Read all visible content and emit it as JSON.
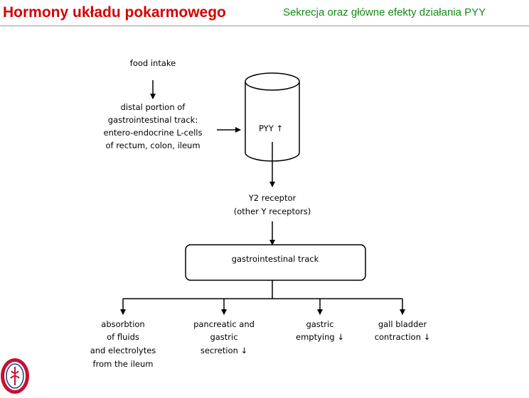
{
  "header": {
    "title": "Hormony układu pokarmowego",
    "subtitle": "Sekrecja oraz główne efekty działania PYY"
  },
  "diagram": {
    "food_intake": "food intake",
    "source_lines": [
      "distal portion of",
      "gastrointestinal track:",
      "entero-endocrine L-cells",
      "of rectum, colon, ileum"
    ],
    "hormone": "PYY ↑",
    "receptor_lines": [
      "Y2 receptor",
      "(other Y receptors)"
    ],
    "target": "gastrointestinal track",
    "effects": [
      {
        "lines": [
          "absorbtion",
          "of fluids",
          "and electrolytes",
          "from the ileum"
        ]
      },
      {
        "lines": [
          "pancreatic and",
          "gastric",
          "secretion ↓"
        ]
      },
      {
        "lines": [
          "gastric",
          "emptying ↓"
        ]
      },
      {
        "lines": [
          "gall bladder",
          "contraction ↓"
        ]
      }
    ]
  },
  "logo": {
    "icon": "university-seal-icon",
    "color": "#c8102e"
  }
}
